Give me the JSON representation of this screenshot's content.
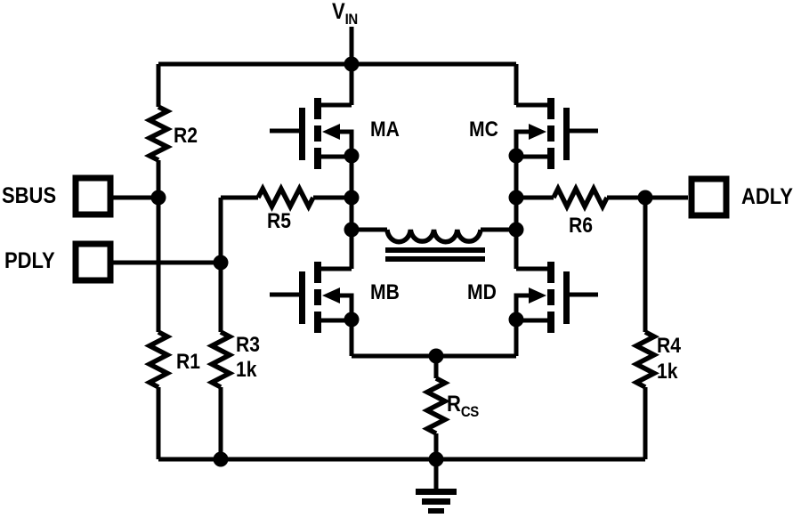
{
  "diagram_type": "circuit-schematic",
  "colors": {
    "ink": "#000000",
    "background": "#ffffff"
  },
  "supply": {
    "label": "V",
    "subscript": "IN"
  },
  "terminals": {
    "sbus": "SBUS",
    "pdly": "PDLY",
    "adly": "ADLY"
  },
  "mosfets": {
    "ma": "MA",
    "mb": "MB",
    "mc": "MC",
    "md": "MD"
  },
  "resistors": {
    "r1": {
      "label": "R1"
    },
    "r2": {
      "label": "R2"
    },
    "r3": {
      "label": "R3",
      "value": "1k"
    },
    "r4": {
      "label": "R4",
      "value": "1k"
    },
    "r5": {
      "label": "R5"
    },
    "r6": {
      "label": "R6"
    },
    "rcs": {
      "label": "R",
      "subscript": "CS"
    }
  },
  "symbols": [
    "transformer-winding-icon",
    "earth-ground-icon",
    "junction-dot",
    "terminal-box"
  ]
}
